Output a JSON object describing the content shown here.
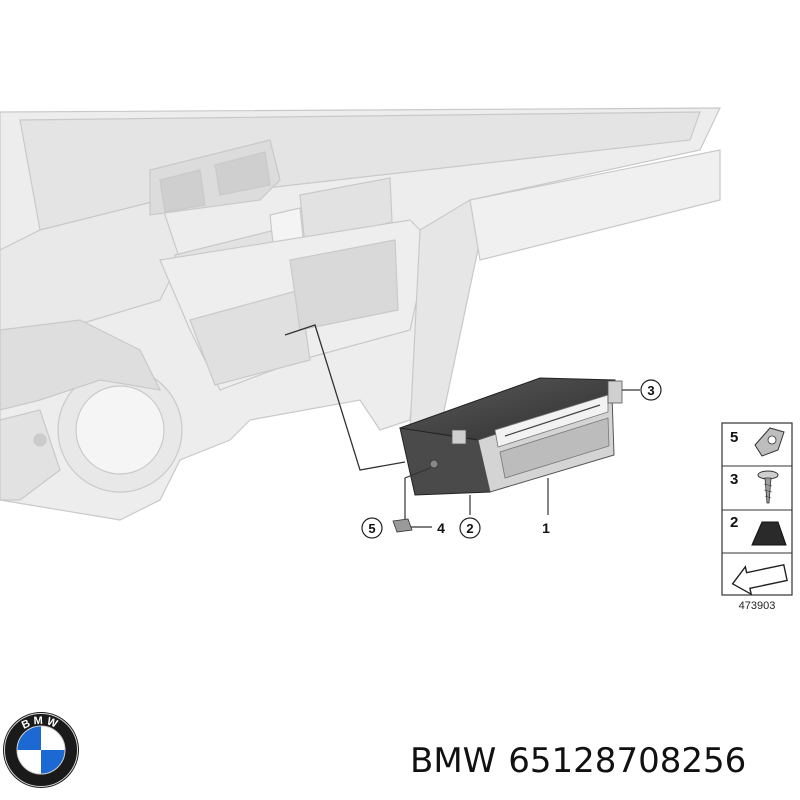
{
  "diagram": {
    "callouts": [
      {
        "id": "1",
        "label": "1"
      },
      {
        "id": "2",
        "label": "2"
      },
      {
        "id": "3",
        "label": "3"
      },
      {
        "id": "4",
        "label": "4"
      },
      {
        "id": "5",
        "label": "5"
      }
    ],
    "legend": {
      "rows": [
        {
          "label": "5",
          "icon": "clip-nut-icon"
        },
        {
          "label": "3",
          "icon": "screw-icon"
        },
        {
          "label": "2",
          "icon": "pad-icon"
        },
        {
          "label": "",
          "icon": "arrow-icon"
        }
      ],
      "reference": "473903"
    }
  },
  "caption": {
    "brand": "BMW",
    "part_number": "65128708256"
  },
  "logo": {
    "text": "BMW",
    "colors": {
      "ring": "#1a1a1a",
      "blue": "#1c69d4",
      "white": "#ffffff"
    }
  }
}
